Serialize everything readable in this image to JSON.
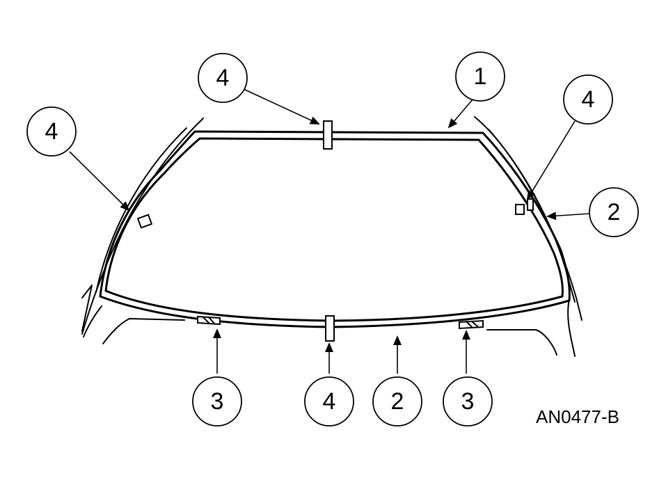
{
  "callouts": [
    {
      "id": "callout-1",
      "label": "1"
    },
    {
      "id": "callout-2-right",
      "label": "2"
    },
    {
      "id": "callout-2-bottom",
      "label": "2"
    },
    {
      "id": "callout-3-left",
      "label": "3"
    },
    {
      "id": "callout-3-right",
      "label": "3"
    },
    {
      "id": "callout-4-top",
      "label": "4"
    },
    {
      "id": "callout-4-left",
      "label": "4"
    },
    {
      "id": "callout-4-right",
      "label": "4"
    },
    {
      "id": "callout-4-bottom",
      "label": "4"
    }
  ],
  "figure_id": "AN0477-B"
}
